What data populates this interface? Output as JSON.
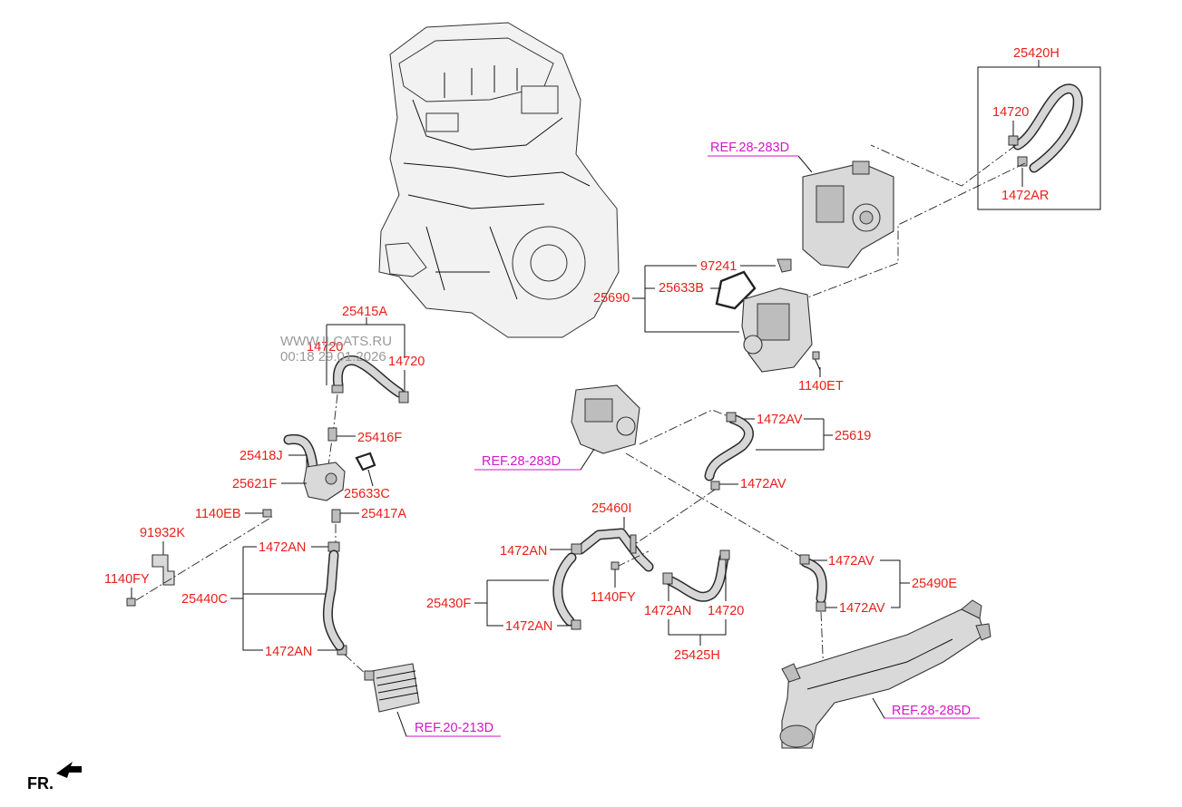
{
  "watermark": {
    "line1": "WWW.ILCATS.RU",
    "line2": "00:18 29.01.2026"
  },
  "labels": {
    "p25420H": "25420H",
    "p14720_a": "14720",
    "p1472AR": "1472AR",
    "ref_28_283D_a": "REF.28-283D",
    "p97241": "97241",
    "p25633B": "25633B",
    "p25690": "25690",
    "p1140ET": "1140ET",
    "p25415A": "25415A",
    "p14720_b": "14720",
    "p14720_c": "14720",
    "p25416F": "25416F",
    "p25418J": "25418J",
    "p25621F": "25621F",
    "p25633C": "25633C",
    "p1140EB": "1140EB",
    "p25417A": "25417A",
    "p91932K": "91932K",
    "p1140FY_a": "1140FY",
    "p1472AN_a": "1472AN",
    "p25440C": "25440C",
    "p1472AN_b": "1472AN",
    "ref_20_213D": "REF.20-213D",
    "p1472AV_a": "1472AV",
    "p25619": "25619",
    "ref_28_283D_b": "REF.28-283D",
    "p1472AV_b": "1472AV",
    "p25460I": "25460I",
    "p1472AN_c": "1472AN",
    "p1140FY_b": "1140FY",
    "p25430F": "25430F",
    "p1472AN_d": "1472AN",
    "p1472AN_e": "1472AN",
    "p14720_d": "14720",
    "p25425H": "25425H",
    "p1472AV_c": "1472AV",
    "p25490E": "25490E",
    "p1472AV_d": "1472AV",
    "ref_28_285D": "REF.28-285D",
    "fr": "FR."
  },
  "colors": {
    "part_label": "#e8201a",
    "ref_label": "#d316c8",
    "watermark": "#9a9a9a",
    "lines": "#111111"
  }
}
